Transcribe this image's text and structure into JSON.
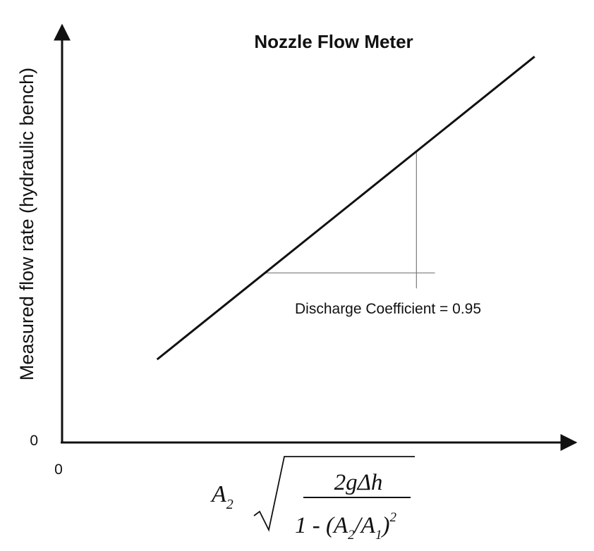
{
  "chart_data": {
    "type": "line",
    "title": "Nozzle Flow Meter",
    "ylabel": "Measured flow rate (hydraulic bench)",
    "xlabel": {
      "coef": "A",
      "coef_sub": "2",
      "numerator": "2gΔh",
      "den_prefix": "1 - (A",
      "den_a2_sub": "2",
      "den_mid": "/A",
      "den_a1_sub": "1",
      "den_close": ")",
      "den_exp": "2"
    },
    "x_ticks": [
      "0"
    ],
    "y_ticks": [
      "0"
    ],
    "xlim": [
      0,
      1
    ],
    "ylim": [
      0,
      1
    ],
    "series": [
      {
        "x": [
          0.185,
          0.92
        ],
        "y": [
          0.192,
          0.892
        ]
      }
    ],
    "slope_triangle": {
      "x_start": 0.396,
      "x_end": 0.69,
      "y_base": 0.392
    },
    "annotation": "Discharge Coefficient = 0.95",
    "colors": {
      "line": "#111111",
      "axis": "#111111",
      "helper": "#7a7a7a",
      "text": "#111111"
    }
  }
}
